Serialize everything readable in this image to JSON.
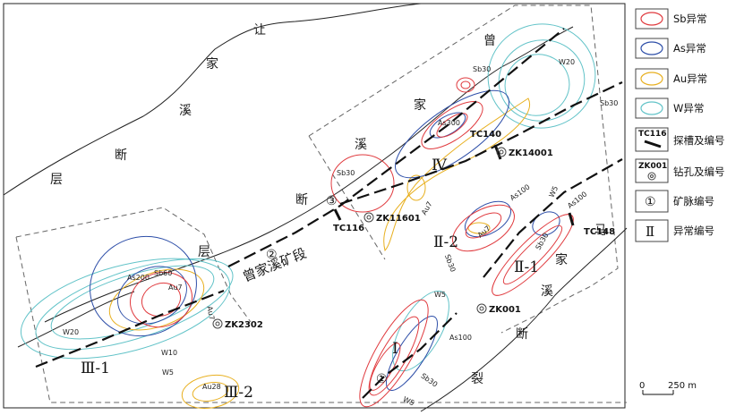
{
  "colors": {
    "sb": "#e03a3e",
    "as": "#2d4ea8",
    "au": "#e8b020",
    "w": "#62c3c8",
    "line": "#111111",
    "dash": "#555555"
  },
  "fault_labels": {
    "rangjiaxi": [
      "让",
      "家",
      "溪",
      "层",
      "断"
    ],
    "zengjiaxi": [
      "曾",
      "家",
      "溪",
      "断",
      "层"
    ],
    "majiaxi": [
      "马",
      "家",
      "溪",
      "断",
      "裂"
    ]
  },
  "area_label": "曾家溪矿段",
  "vein_labels": [
    "①",
    "②",
    "③"
  ],
  "anomaly_labels": [
    "Ⅰ",
    "Ⅱ-2",
    "Ⅱ-1",
    "Ⅲ-1",
    "Ⅲ-2",
    "Ⅳ"
  ],
  "contour_labels": {
    "sb30_a": "Sb30",
    "w20_a": "W20",
    "sb30_b": "Sb30",
    "as300": "As300",
    "sb30_c": "Sb30",
    "au7_a": "Au7",
    "as100_a": "As100",
    "au7_b": "Au7",
    "sb30_d": "Sb30",
    "as100_b": "As100",
    "w5_a": "W5",
    "sb30_e": "Sb30",
    "as200": "As200",
    "sb60": "Sb60",
    "au7_c": "Au7",
    "au7_d": "Au7",
    "w20_b": "W20",
    "w10": "W10",
    "w5_b": "W5",
    "au28": "Au28",
    "w5_c": "W5",
    "as100_c": "As100",
    "sb30_f": "Sb30",
    "w5_d": "W5"
  },
  "trenches": [
    "TC140",
    "TC116",
    "TC148"
  ],
  "drillholes": [
    "ZK14001",
    "ZK11601",
    "ZK001",
    "ZK2302"
  ],
  "legend": [
    {
      "key": "sb",
      "label": "Sb异常"
    },
    {
      "key": "as",
      "label": "As异常"
    },
    {
      "key": "au",
      "label": "Au异常"
    },
    {
      "key": "w",
      "label": "W异常"
    },
    {
      "key": "trench",
      "label": "探槽及编号",
      "sample": "TC116"
    },
    {
      "key": "drill",
      "label": "钻孔及编号",
      "sample": "ZK001"
    },
    {
      "key": "vein",
      "label": "矿脉编号",
      "sample": "①"
    },
    {
      "key": "anom",
      "label": "异常编号",
      "sample": "Ⅱ"
    }
  ],
  "scale": {
    "zero": "0",
    "dist": "250 m"
  }
}
